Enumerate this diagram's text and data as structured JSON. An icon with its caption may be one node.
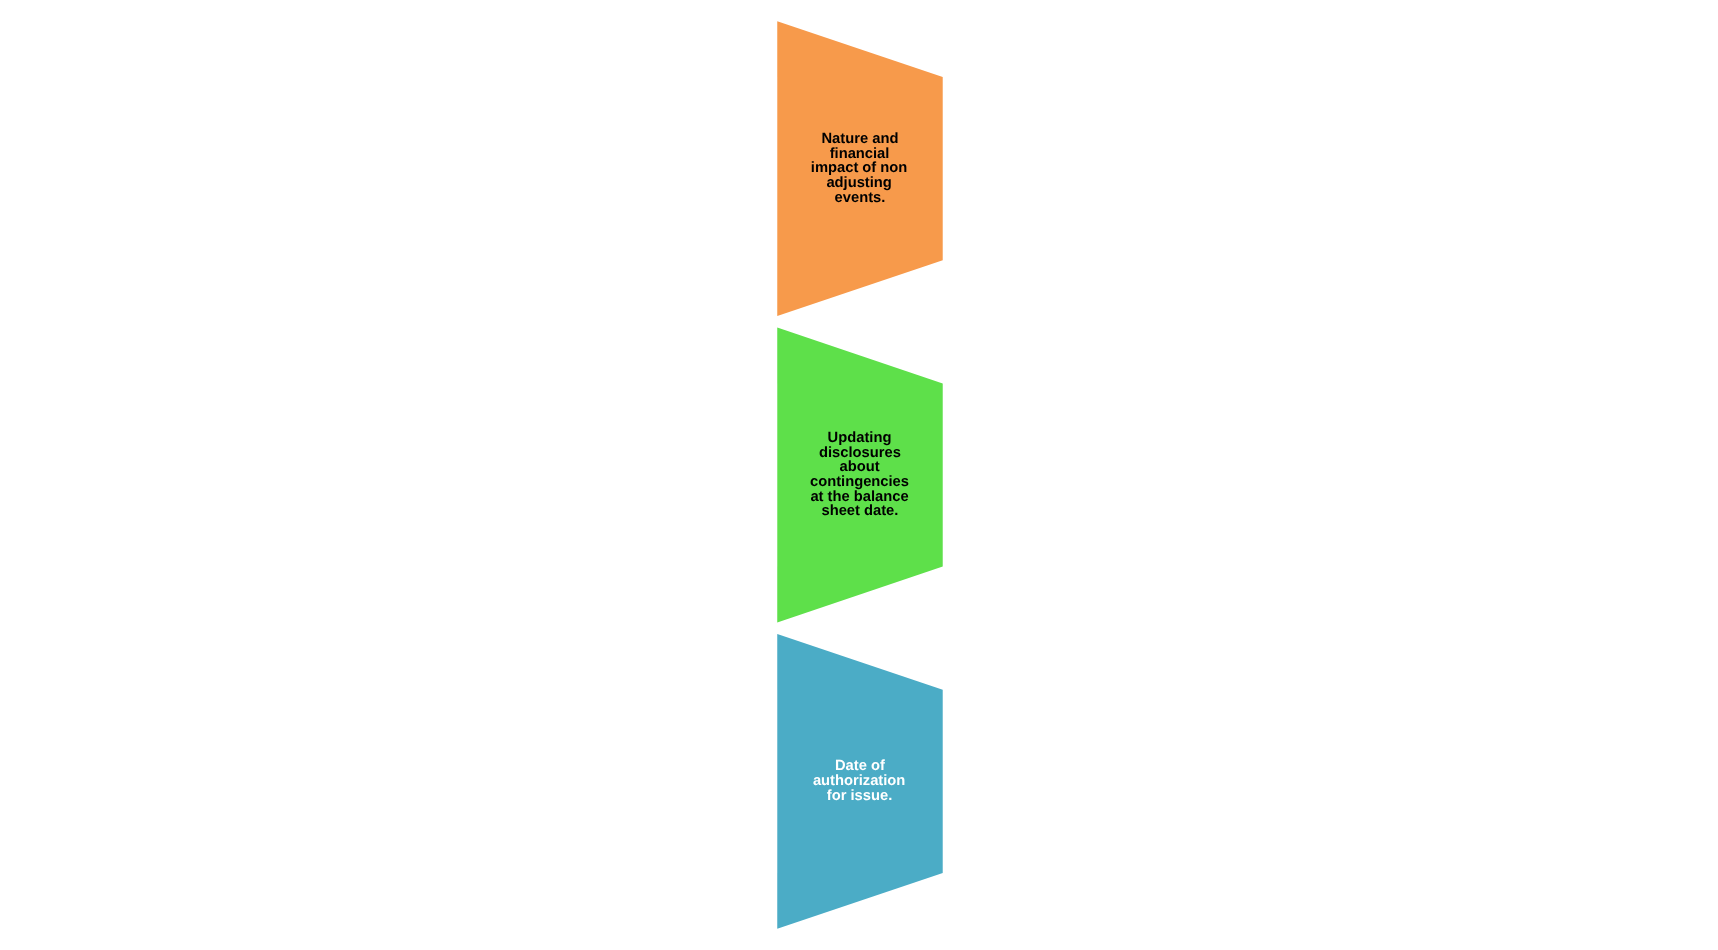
{
  "diagram": {
    "nodes": [
      {
        "text": [
          "Date of authorization for issue."
        ]
      },
      {
        "text": [
          "Updating disclosures about contingencies at the balance sheet date."
        ]
      },
      {
        "text": [
          "Nature and financial impact of non adjusting events."
        ]
      }
    ]
  }
}
